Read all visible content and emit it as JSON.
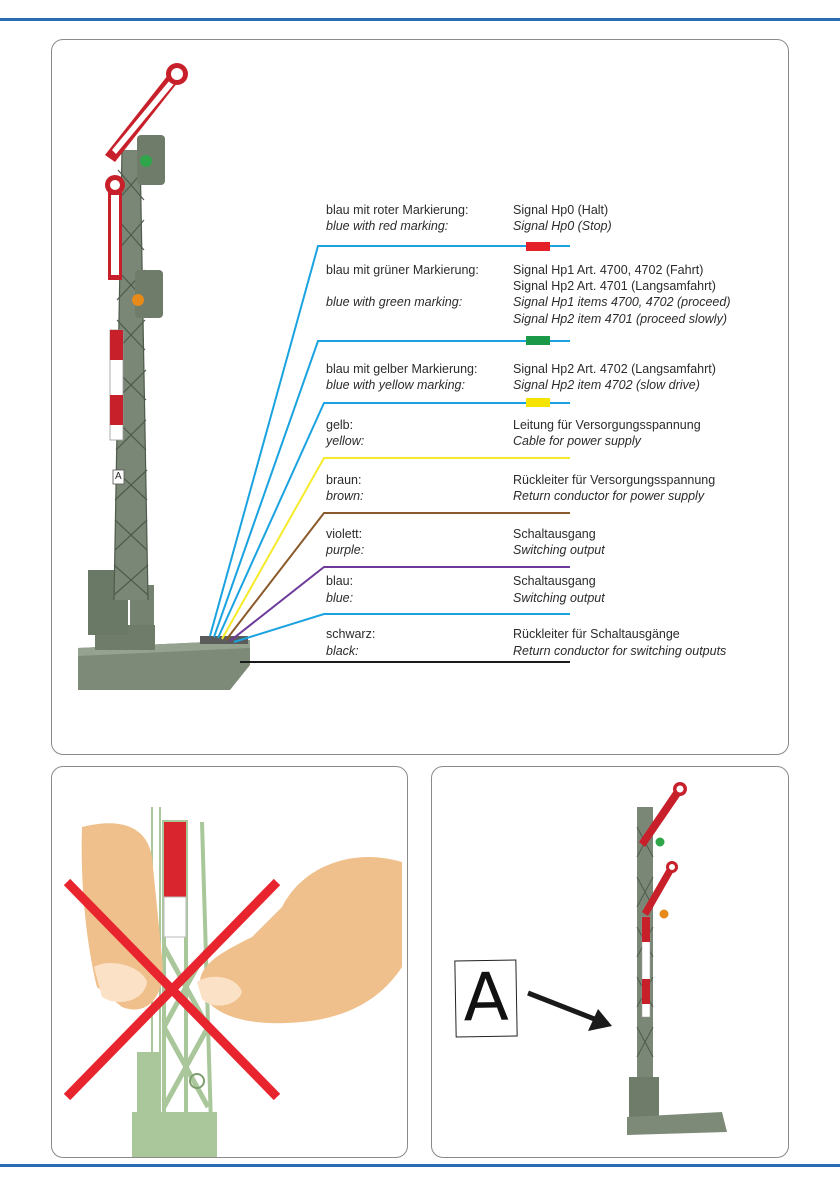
{
  "wiring": [
    {
      "de_color": "blau mit roter Markierung:",
      "en_color": "blue with red marking:",
      "de_desc": "Signal Hp0 (Halt)",
      "en_desc": "Signal Hp0 (Stop)",
      "wire_color": "#1aa3e0",
      "marker_color": "#e42128"
    },
    {
      "de_color": "blau mit grüner Markierung:",
      "en_color": "blue with green marking:",
      "de_desc": [
        "Signal Hp1 Art. 4700, 4702 (Fahrt)",
        "Signal Hp2 Art. 4701 (Langsamfahrt)"
      ],
      "en_desc": [
        "Signal Hp1 items 4700, 4702 (proceed)",
        "Signal Hp2 item 4701 (proceed slowly)"
      ],
      "wire_color": "#1aa3e0",
      "marker_color": "#1a9a48"
    },
    {
      "de_color": "blau mit gelber Markierung:",
      "en_color": "blue with yellow marking:",
      "de_desc": "Signal Hp2 Art. 4702 (Langsamfahrt)",
      "en_desc": "Signal Hp2 item 4702 (slow drive)",
      "wire_color": "#1aa3e0",
      "marker_color": "#f5e400"
    },
    {
      "de_color": "gelb:",
      "en_color": "yellow:",
      "de_desc": "Leitung für Versorgungsspannung",
      "en_desc": "Cable for power supply",
      "wire_color": "#f5eb2a"
    },
    {
      "de_color": "braun:",
      "en_color": "brown:",
      "de_desc": "Rückleiter für Versorgungsspannung",
      "en_desc": "Return conductor for power supply",
      "wire_color": "#8a5a2a"
    },
    {
      "de_color": "violett:",
      "en_color": "purple:",
      "de_desc": "Schaltausgang",
      "en_desc": "Switching output",
      "wire_color": "#6e3a9a"
    },
    {
      "de_color": "blau:",
      "en_color": "blue:",
      "de_desc": "Schaltausgang",
      "en_desc": "Switching output",
      "wire_color": "#1aa3e0"
    },
    {
      "de_color": "schwarz:",
      "en_color": "black:",
      "de_desc": "Rückleiter für Schaltausgänge",
      "en_desc": "Return conductor for switching outputs",
      "wire_color": "#1a1a1a"
    }
  ],
  "mast_plate_letter": "A",
  "label_card_letter": "A",
  "colors": {
    "accent_rule": "#2a6db5",
    "mast_grey": "#7d8a78",
    "signal_red": "#c8202a",
    "warning_cross": "#e8252f",
    "hand_skin": "#f0c08c",
    "mast_light_green": "#a9c79a"
  },
  "icons": [
    "handling-warning-cross-icon",
    "arrow-icon"
  ]
}
